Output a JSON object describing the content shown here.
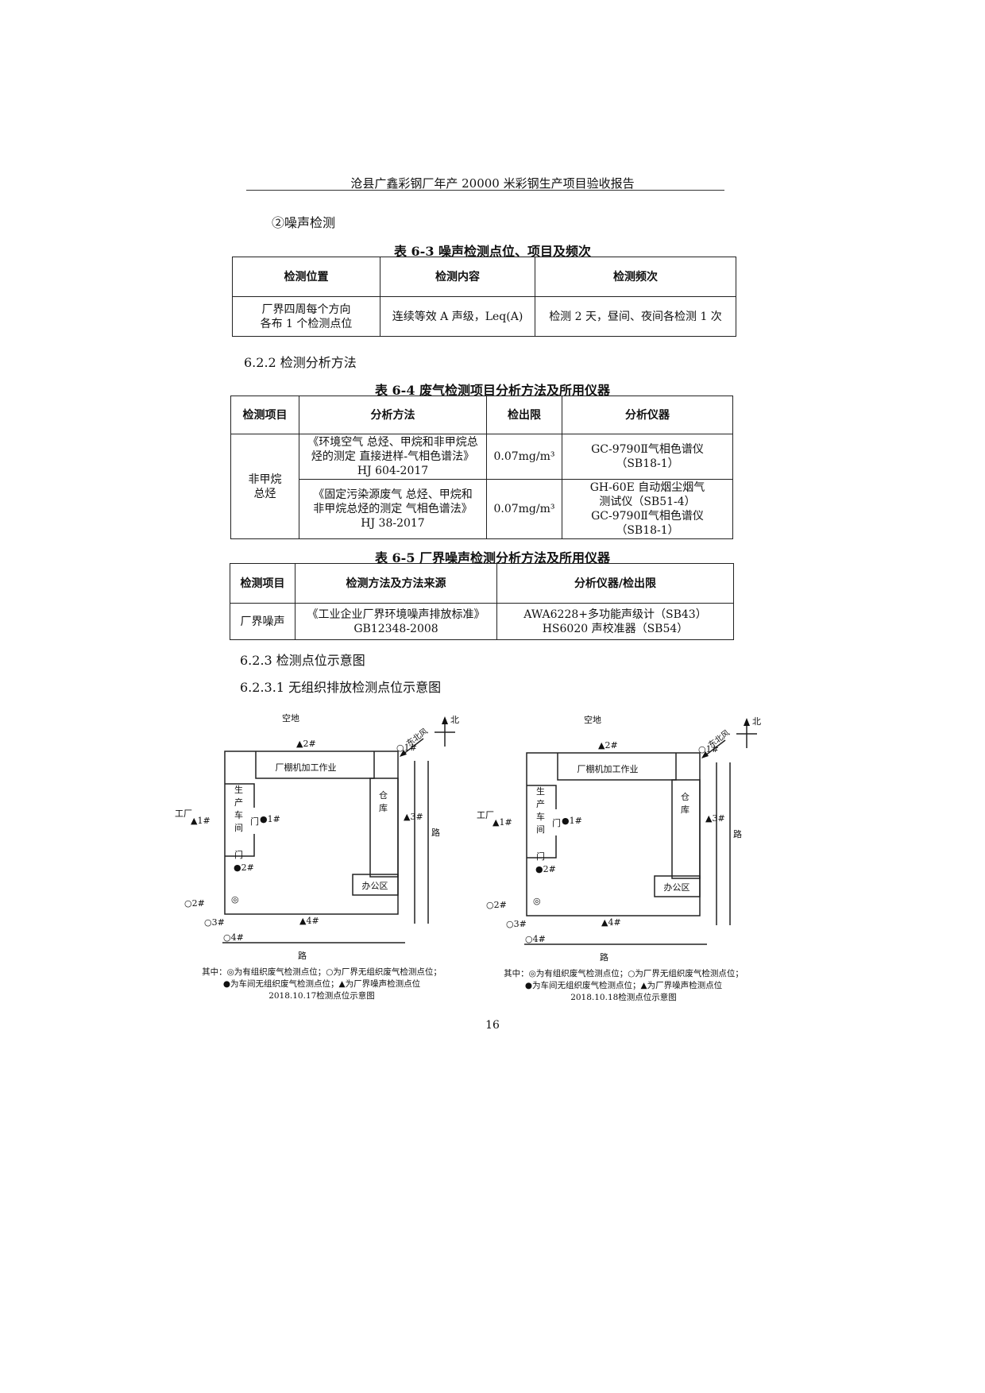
{
  "header": {
    "title": "沧县广鑫彩钢厂年产 20000 米彩钢生产项目验收报告"
  },
  "noise_section": {
    "title": "②噪声检测"
  },
  "table_6_3": {
    "caption": "表 6-3   噪声检测点位、项目及频次",
    "headers": [
      "检测位置",
      "检测内容",
      "检测频次"
    ],
    "row": {
      "location_line1": "厂界四周每个方向",
      "location_line2": "各布 1 个检测点位",
      "content": "连续等效 A 声级，Leq(A)",
      "frequency": "检测 2 天，昼间、夜间各检测 1 次"
    }
  },
  "section_622": {
    "title": "6.2.2 检测分析方法"
  },
  "table_6_4": {
    "caption": "表 6-4   废气检测项目分析方法及所用仪器",
    "headers": [
      "检测项目",
      "分析方法",
      "检出限",
      "分析仪器"
    ],
    "item_line1": "非甲烷",
    "item_line2": "总烃",
    "rows": [
      {
        "method_line1": "《环境空气  总烃、甲烷和非甲烷总",
        "method_line2": "烃的测定  直接进样-气相色谱法》",
        "method_line3": "HJ 604-2017",
        "limit": "0.07mg/m³",
        "inst_line1": "GC-9790Ⅱ气相色谱仪",
        "inst_line2": "（SB18-1）"
      },
      {
        "method_line1": "《固定污染源废气  总烃、甲烷和",
        "method_line2": "非甲烷总烃的测定  气相色谱法》",
        "method_line3": "HJ 38-2017",
        "limit": "0.07mg/m³",
        "inst_line1": "GH-60E 自动烟尘烟气",
        "inst_line2": "测试仪（SB51-4）",
        "inst_line3": "GC-9790Ⅱ气相色谱仪",
        "inst_line4": "（SB18-1）"
      }
    ]
  },
  "table_6_5": {
    "caption": "表 6-5  厂界噪声检测分析方法及所用仪器",
    "headers": [
      "检测项目",
      "检测方法及方法来源",
      "分析仪器/检出限"
    ],
    "row": {
      "item": "厂界噪声",
      "method_line1": "《工业企业厂界环境噪声排放标准》",
      "method_line2": "GB12348-2008",
      "inst_line1": "AWA6228+多功能声级计（SB43）",
      "inst_line2": "HS6020 声校准器（SB54）"
    }
  },
  "section_623": {
    "title": "6.2.3  检测点位示意图"
  },
  "section_6231": {
    "title": "6.2.3.1 无组织排放检测点位示意图"
  },
  "diagram_labels": {
    "open_land": "空地",
    "north": "北",
    "wind": "东北风",
    "shed": "厂棚机加工作业",
    "workshop": [
      "生",
      "产",
      "车",
      "间"
    ],
    "warehouse": [
      "仓",
      "库"
    ],
    "door": "门",
    "office": "办公区",
    "factory": "工厂",
    "road_bottom": "路",
    "road_right": "路",
    "pt_tri_1": "▲1#",
    "pt_tri_2": "▲2#",
    "pt_tri_3": "▲3#",
    "pt_tri_4": "▲4#",
    "pt_dot_1": "●1#",
    "pt_dot_2": "●2#",
    "pt_ring_1": "○1#",
    "pt_ring_2": "○2#",
    "pt_ring_3": "○3#",
    "pt_ring_4": "○4#",
    "pt_stack": "◎",
    "legend_line1": "其中：◎为有组织废气检测点位；○为厂界无组织废气检测点位；",
    "legend_line2": "●为车间无组织废气检测点位；▲为厂界噪声检测点位"
  },
  "diagrams": [
    {
      "caption": "2018.10.17检测点位示意图"
    },
    {
      "caption": "2018.10.18检测点位示意图"
    }
  ],
  "page_number": "16"
}
